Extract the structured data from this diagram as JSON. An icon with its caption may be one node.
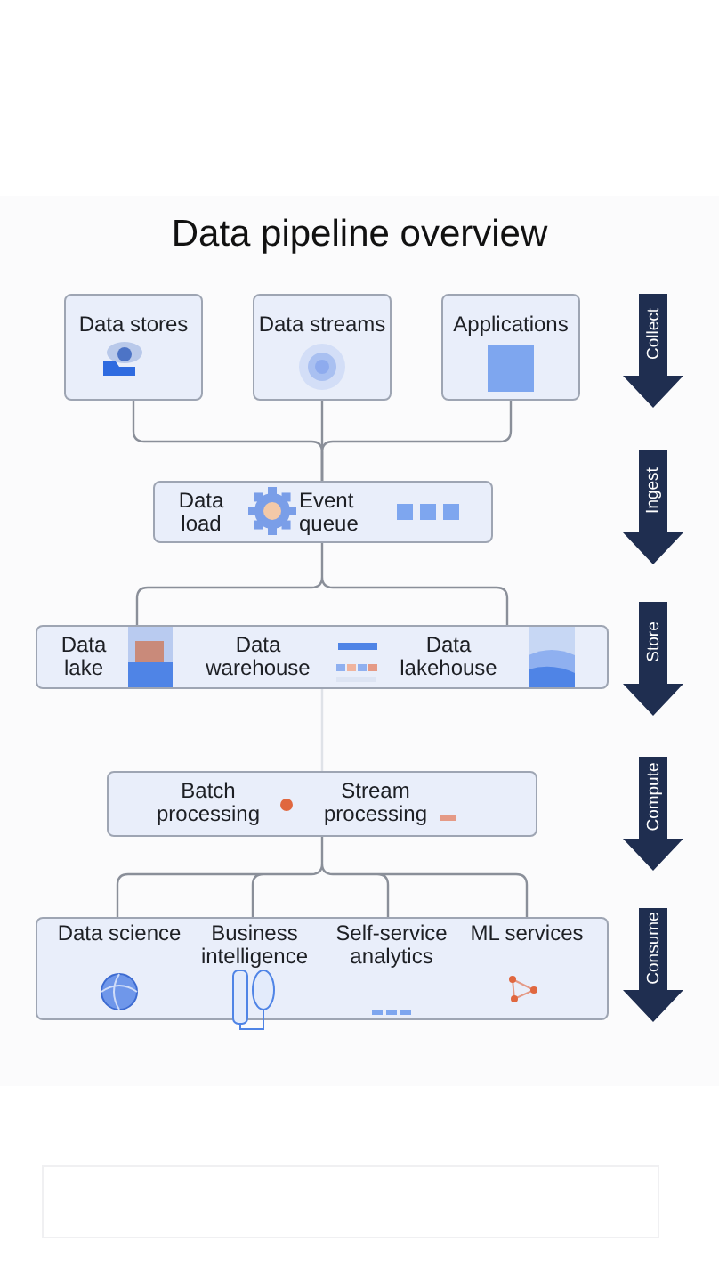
{
  "diagram": {
    "title": "Data pipeline overview",
    "nodes": [
      {
        "text": [
          "Data stores"
        ]
      },
      {
        "text": [
          "Data streams"
        ]
      },
      {
        "text": [
          "Applications"
        ]
      },
      {
        "text": [
          "Data load",
          "Event queue"
        ]
      },
      {
        "text": [
          "Data lake",
          "Data warehouse",
          "Data lakehouse"
        ]
      },
      {
        "text": [
          "Batch processing",
          "Stream processing"
        ]
      },
      {
        "text": [
          "Data science",
          "Business intelligence",
          "Self-service analytics",
          "ML services"
        ]
      }
    ],
    "edges": [
      {
        "from": 0,
        "to": 3,
        "arrow": "none"
      },
      {
        "from": 1,
        "to": 3,
        "arrow": "none"
      },
      {
        "from": 2,
        "to": 3,
        "arrow": "none"
      },
      {
        "from": 3,
        "to": 4,
        "arrow": "none"
      },
      {
        "from": 4,
        "to": 5,
        "arrow": "none",
        "color": "#dfe2e8"
      },
      {
        "from": 5,
        "to": 6,
        "arrow": "none"
      }
    ],
    "labels": [
      "Collect",
      "Ingest",
      "Store",
      "Compute",
      "Consume"
    ]
  }
}
